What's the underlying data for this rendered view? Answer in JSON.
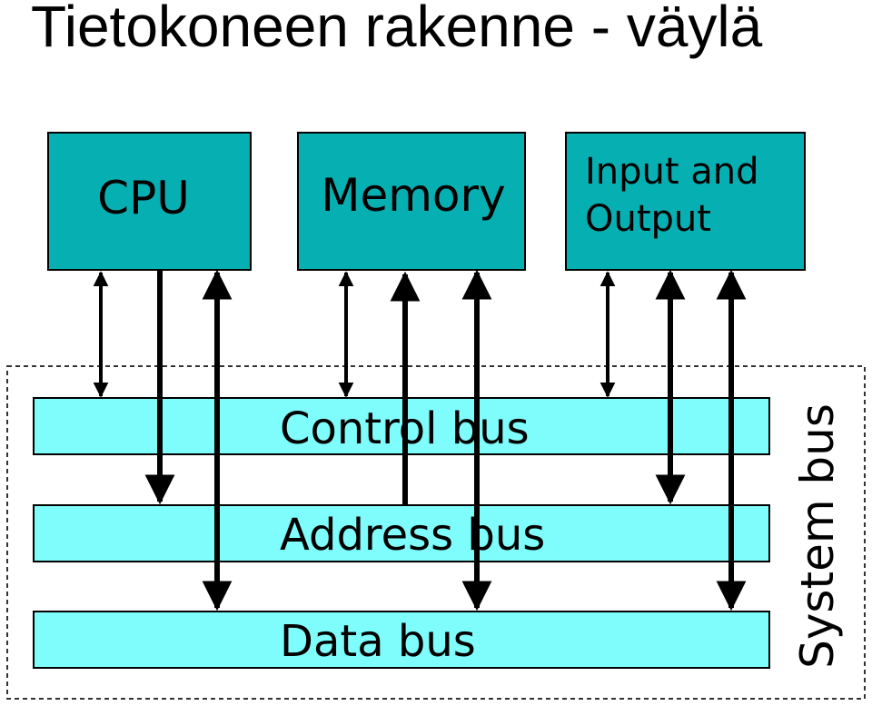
{
  "title": "Tietokoneen rakenne - väylä",
  "components": {
    "cpu": "CPU",
    "memory": "Memory",
    "io_line1": "Input and",
    "io_line2": "Output"
  },
  "buses": {
    "control": "Control bus",
    "address": "Address bus",
    "data": "Data bus"
  },
  "system_bus": "System bus",
  "colors": {
    "component_fill": "#06b0b2",
    "bus_fill": "#7ffcfc",
    "stroke": "#000000"
  }
}
